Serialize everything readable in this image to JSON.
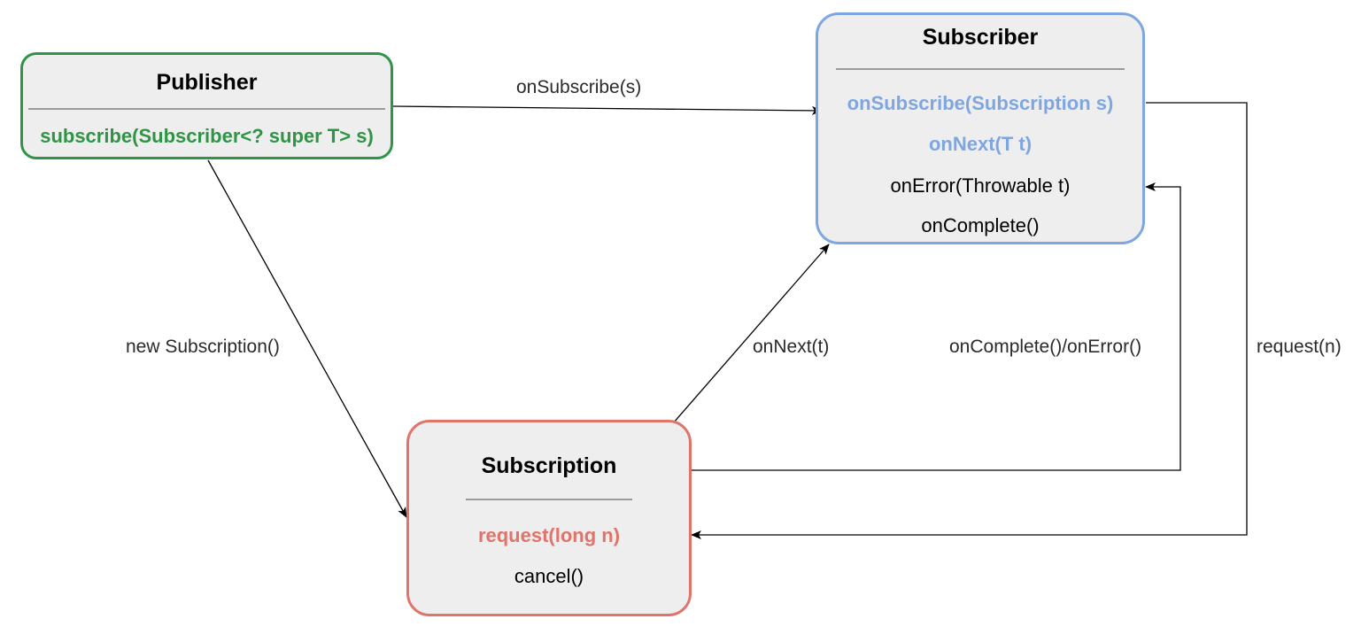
{
  "colors": {
    "publisher": "#2f9446",
    "subscriber": "#7ea6e0",
    "subscription": "#e0736a",
    "box_fill": "#eeeeee",
    "edge": "#000000"
  },
  "publisher": {
    "title": "Publisher",
    "methods": [
      "subscribe(Subscriber<? super T> s)"
    ]
  },
  "subscriber": {
    "title": "Subscriber",
    "methods": [
      "onSubscribe(Subscription s)",
      "onNext(T t)",
      "onError(Throwable t)",
      "onComplete()"
    ]
  },
  "subscription": {
    "title": "Subscription",
    "methods": [
      "request(long n)",
      "cancel()"
    ]
  },
  "edges": {
    "on_subscribe": "onSubscribe(s)",
    "new_subscription": "new Subscription()",
    "on_next": "onNext(t)",
    "on_complete_on_error": "onComplete()/onError()",
    "request": "request(n)"
  }
}
